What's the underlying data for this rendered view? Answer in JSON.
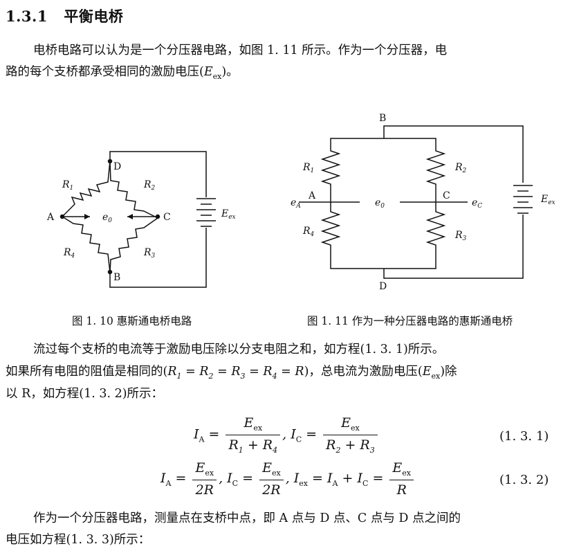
{
  "section": {
    "number": "1.3.1",
    "title": "平衡电桥"
  },
  "intro": {
    "line1": "电桥电路可以认为是一个分压器电路，如图 1. 11 所示。作为一个分压器，电",
    "line2_pre": "路的每个支桥都承受相同的激励电压(",
    "line2_post": ")。"
  },
  "symbols": {
    "E": "E",
    "ex": "ex",
    "R": "R",
    "I": "I",
    "A": "A",
    "C": "C",
    "eq": "=",
    "plus": "+",
    "two_R": "2R"
  },
  "fig10": {
    "caption": "图 1. 10    惠斯通电桥电路",
    "labels": {
      "D": "D",
      "A": "A",
      "C": "C",
      "B": "B",
      "e0": "e",
      "e0sub": "0",
      "R1": "R",
      "R1sub": "1",
      "R2": "R",
      "R2sub": "2",
      "R3": "R",
      "R3sub": "3",
      "R4": "R",
      "R4sub": "4",
      "E": "E",
      "Esub": "ex"
    }
  },
  "fig11": {
    "caption": "图 1. 11    作为一种分压器电路的惠斯通电桥",
    "labels": {
      "B": "B",
      "D": "D",
      "A": "A",
      "C": "C",
      "eA": "e",
      "eAsub": "A",
      "eC": "e",
      "eCsub": "C",
      "e0": "e",
      "e0sub": "0",
      "R1": "R",
      "R1sub": "1",
      "R2": "R",
      "R2sub": "2",
      "R3": "R",
      "R3sub": "3",
      "R4": "R",
      "R4sub": "4",
      "E": "E",
      "Esub": "ex"
    }
  },
  "para2": {
    "line1": "流过每个支桥的电流等于激励电压除以分支电阻之和，如方程(1. 3. 1)所示。",
    "line2_pre": "如果所有电阻的阻值是相同的(",
    "line2_mid": ")，总电流为激励电压(",
    "line2_post": ")除",
    "line3": "以 R，如方程(1. 3. 2)所示："
  },
  "equations": {
    "eq1_num": "(1. 3. 1)",
    "eq2_num": "(1. 3. 2)"
  },
  "para3": {
    "line1": "作为一个分压器电路，测量点在支桥中点，即 A 点与 D 点、C 点与 D 点之间的",
    "line2": "电压如方程(1. 3. 3)所示："
  }
}
